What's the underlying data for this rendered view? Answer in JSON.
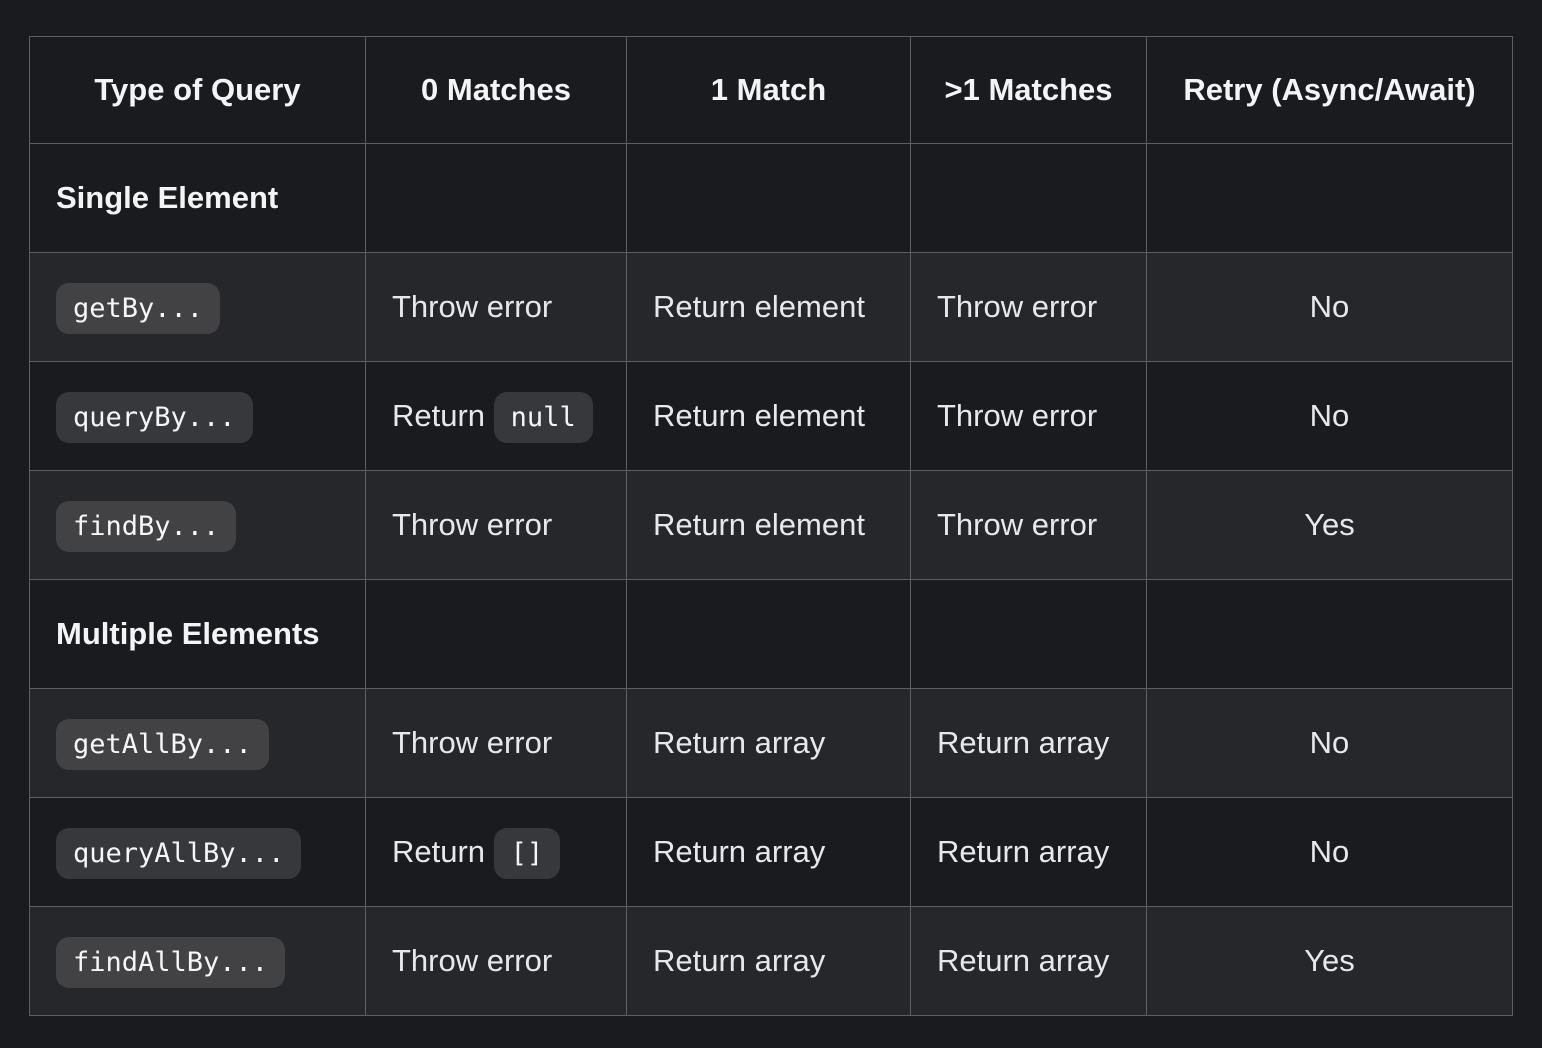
{
  "table": {
    "headers": [
      "Type of Query",
      "0 Matches",
      "1 Match",
      ">1 Matches",
      "Retry (Async/Await)"
    ],
    "column_slugs": [
      "type-of-query",
      "0-matches",
      "1-match",
      "gt1-matches",
      "retry-async-await"
    ],
    "rows": [
      {
        "kind": "section",
        "cells": [
          [
            {
              "type": "strong",
              "value": "Single Element"
            }
          ],
          [],
          [],
          [],
          []
        ]
      },
      {
        "kind": "data",
        "cells": [
          [
            {
              "type": "code",
              "value": "getBy..."
            }
          ],
          [
            {
              "type": "text",
              "value": "Throw error"
            }
          ],
          [
            {
              "type": "text",
              "value": "Return element"
            }
          ],
          [
            {
              "type": "text",
              "value": "Throw error"
            }
          ],
          [
            {
              "type": "text",
              "value": "No"
            }
          ]
        ]
      },
      {
        "kind": "data",
        "cells": [
          [
            {
              "type": "code",
              "value": "queryBy..."
            }
          ],
          [
            {
              "type": "text",
              "value": "Return "
            },
            {
              "type": "code",
              "value": "null"
            }
          ],
          [
            {
              "type": "text",
              "value": "Return element"
            }
          ],
          [
            {
              "type": "text",
              "value": "Throw error"
            }
          ],
          [
            {
              "type": "text",
              "value": "No"
            }
          ]
        ]
      },
      {
        "kind": "data",
        "cells": [
          [
            {
              "type": "code",
              "value": "findBy..."
            }
          ],
          [
            {
              "type": "text",
              "value": "Throw error"
            }
          ],
          [
            {
              "type": "text",
              "value": "Return element"
            }
          ],
          [
            {
              "type": "text",
              "value": "Throw error"
            }
          ],
          [
            {
              "type": "text",
              "value": "Yes"
            }
          ]
        ]
      },
      {
        "kind": "section",
        "cells": [
          [
            {
              "type": "strong",
              "value": "Multiple Elements"
            }
          ],
          [],
          [],
          [],
          []
        ]
      },
      {
        "kind": "data",
        "cells": [
          [
            {
              "type": "code",
              "value": "getAllBy..."
            }
          ],
          [
            {
              "type": "text",
              "value": "Throw error"
            }
          ],
          [
            {
              "type": "text",
              "value": "Return array"
            }
          ],
          [
            {
              "type": "text",
              "value": "Return array"
            }
          ],
          [
            {
              "type": "text",
              "value": "No"
            }
          ]
        ]
      },
      {
        "kind": "data",
        "cells": [
          [
            {
              "type": "code",
              "value": "queryAllBy..."
            }
          ],
          [
            {
              "type": "text",
              "value": "Return "
            },
            {
              "type": "code",
              "value": "[]"
            }
          ],
          [
            {
              "type": "text",
              "value": "Return array"
            }
          ],
          [
            {
              "type": "text",
              "value": "Return array"
            }
          ],
          [
            {
              "type": "text",
              "value": "No"
            }
          ]
        ]
      },
      {
        "kind": "data",
        "cells": [
          [
            {
              "type": "code",
              "value": "findAllBy..."
            }
          ],
          [
            {
              "type": "text",
              "value": "Throw error"
            }
          ],
          [
            {
              "type": "text",
              "value": "Return array"
            }
          ],
          [
            {
              "type": "text",
              "value": "Return array"
            }
          ],
          [
            {
              "type": "text",
              "value": "Yes"
            }
          ]
        ]
      }
    ],
    "colors": {
      "page_background": "#1a1b1e",
      "stripe_overlay": "rgba(255,255,255,0.055)",
      "border": "#5c6066",
      "header_text": "#f3f4f6",
      "body_text": "#e7e8ea",
      "code_pill_background": "rgba(255,255,255,0.13)",
      "code_pill_text": "#f5f6f7"
    }
  }
}
